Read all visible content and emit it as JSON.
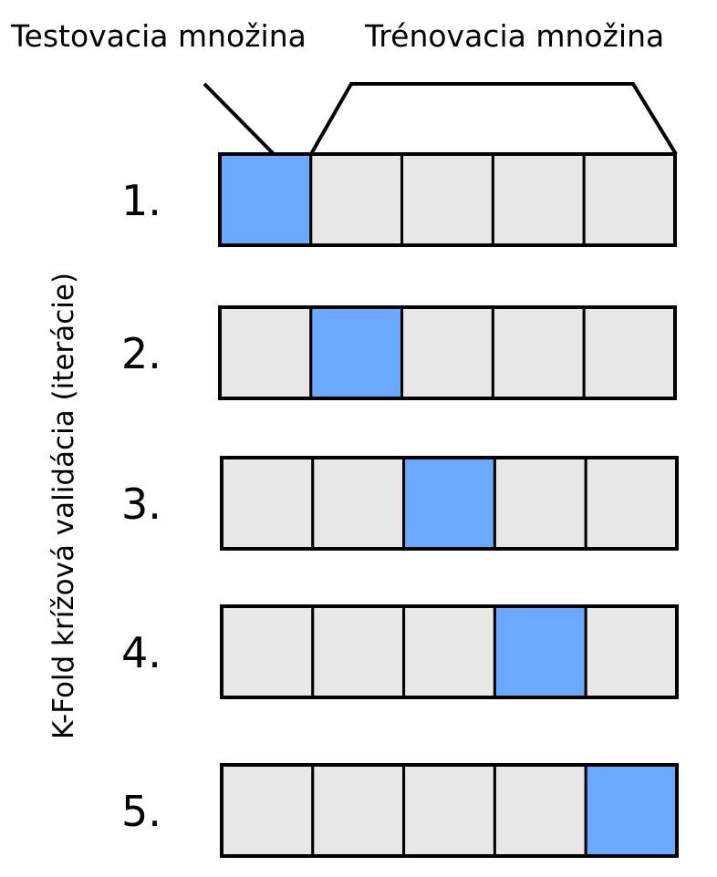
{
  "labels": {
    "test_set": "Testovacia množina",
    "train_set": "Trénovacia množina",
    "axis_label": "K-Fold krížová validácia (iterácie)"
  },
  "folds_per_row": 5,
  "iterations": [
    {
      "label": "1.",
      "test_fold": 1
    },
    {
      "label": "2.",
      "test_fold": 2
    },
    {
      "label": "3.",
      "test_fold": 3
    },
    {
      "label": "4.",
      "test_fold": 4
    },
    {
      "label": "5.",
      "test_fold": 5
    }
  ],
  "colors": {
    "test_fold": "#6aa9fd",
    "train_fold": "#e7e7e7",
    "border": "#000000"
  }
}
